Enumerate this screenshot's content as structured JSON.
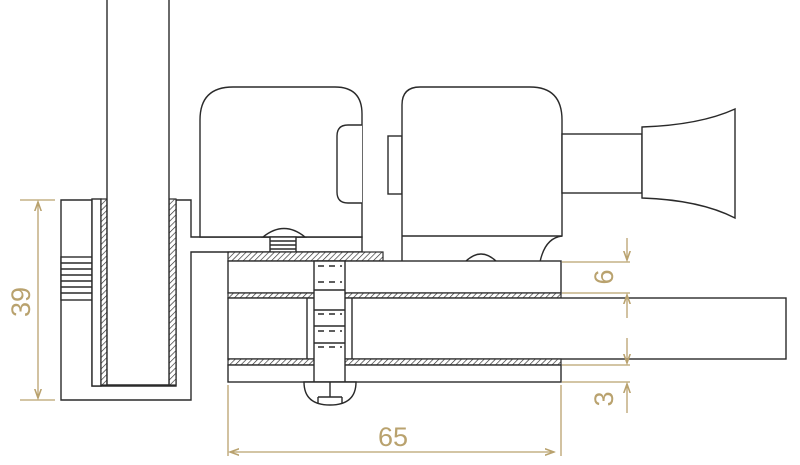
{
  "drawing": {
    "dimensions": {
      "height_left": "39",
      "plate_thickness": "6",
      "base_thickness": "3",
      "width_bottom": "65"
    },
    "colors": {
      "line": "#2a2a2a",
      "dimension": "#b9a26e"
    }
  }
}
